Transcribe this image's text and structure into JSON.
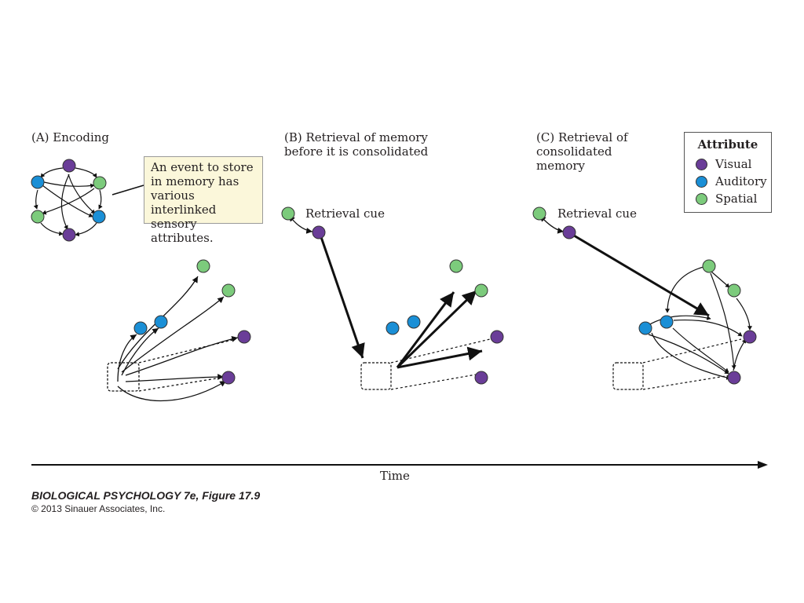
{
  "panels": {
    "a": {
      "title": "(A)  Encoding"
    },
    "b": {
      "title": "(B)  Retrieval of memory\n      before it is consolidated",
      "cue": "Retrieval cue"
    },
    "c": {
      "title": "(C)  Retrieval of\n      consolidated\n      memory",
      "cue": "Retrieval cue"
    }
  },
  "callout": {
    "text": "An event to store\nin memory has\nvarious interlinked\nsensory attributes."
  },
  "legend": {
    "title": "Attribute",
    "items": [
      {
        "label": "Visual",
        "color": "#6a3d98"
      },
      {
        "label": "Auditory",
        "color": "#1a8fd6"
      },
      {
        "label": "Spatial",
        "color": "#7ccb7c"
      }
    ]
  },
  "timeline": {
    "label": "Time"
  },
  "credits": {
    "line1": "BIOLOGICAL PSYCHOLOGY 7e, Figure 17.9",
    "line2": "© 2013 Sinauer Associates, Inc."
  },
  "colors": {
    "brain": "#e7b8a6",
    "brain_shadow": "#c88c78",
    "cerebellum": "#d9a190",
    "callout_bg": "#fbf7da"
  }
}
